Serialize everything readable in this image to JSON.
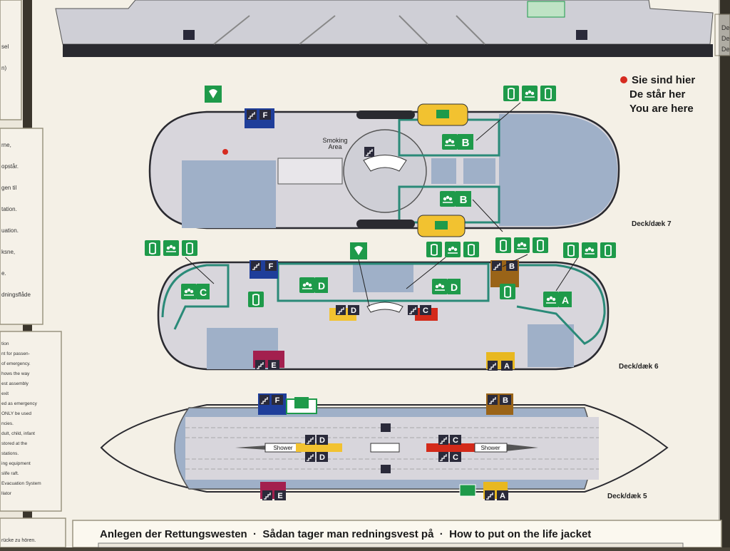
{
  "legend": {
    "marker_color": "#d62b20",
    "lines": [
      "Sie sind hier",
      "De står her",
      "You are here"
    ]
  },
  "decks": {
    "deck7": "Deck/dæk 7",
    "deck6": "Deck/dæk 6",
    "deck5": "Deck/dæk 5"
  },
  "areas": {
    "smoking_line1": "Smoking",
    "smoking_line2": "Area",
    "shower": "Shower"
  },
  "stations": {
    "A": "A",
    "B": "B",
    "C": "C",
    "D": "D",
    "E": "E",
    "F": "F"
  },
  "footer": {
    "title": "Anlegen der Rettungswesten  ·  Sådan tager man redningsvest på  ·  How to put on the life jacket"
  },
  "left_panel_snippets": {
    "block1": [
      "sel",
      "n)"
    ],
    "block2": [
      "rne,",
      "opstår.",
      "gen til",
      "tation.",
      "uation.",
      "ksne,",
      "e.",
      "dningsflåde"
    ],
    "block3": [
      "tion",
      "nt for passen-",
      "of emergency.",
      "hows the way",
      "est assembly",
      "exit",
      "ed as emergency",
      "ONLY be used",
      "ncies.",
      "dult, child, infant",
      "stored at the",
      "stations.",
      "ing equipment",
      "slife raft.",
      "Evacuation System",
      "llator"
    ],
    "bottom": "rücke zu hören."
  },
  "right_panel_snippets": [
    "De",
    "De",
    "De"
  ],
  "colors": {
    "paper": "#f4f0e6",
    "hull_grey": "#c9c9d0",
    "dark_grey": "#4a4a55",
    "blue_room": "#9fb0c8",
    "green_route": "#2a8a78",
    "sign_green": "#1e9a4a",
    "muster_yellow": "#f2c230",
    "station_blue": "#1f3e9a",
    "station_brown": "#9a6418",
    "station_magenta": "#a3204e",
    "station_red": "#d32a1a"
  }
}
